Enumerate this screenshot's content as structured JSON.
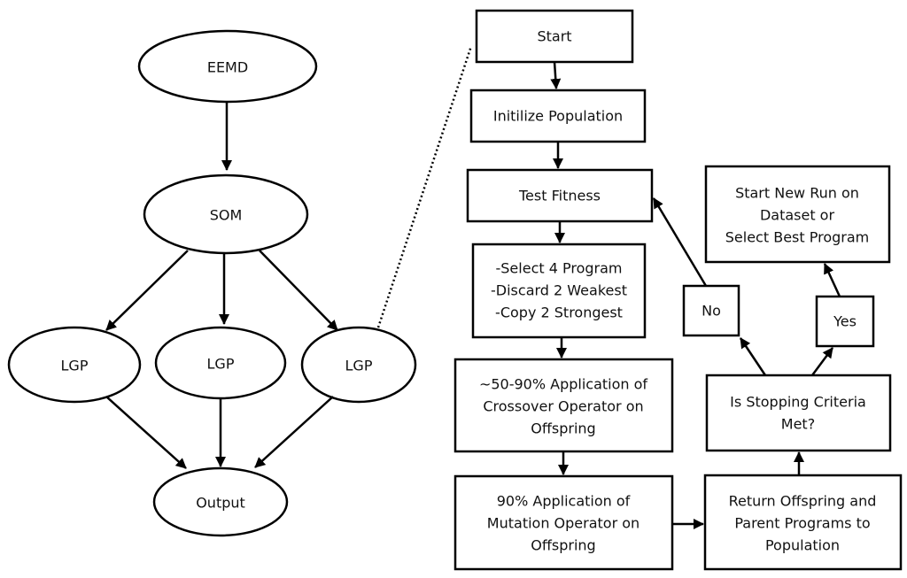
{
  "left_pipeline": {
    "eemd": "EEMD",
    "som": "SOM",
    "lgp": [
      "LGP",
      "LGP",
      "LGP"
    ],
    "output": "Output"
  },
  "flowchart": {
    "start": "Start",
    "init": "Initilize Population",
    "fitness": "Test Fitness",
    "select": [
      "-Select 4 Program",
      "-Discard 2 Weakest",
      "-Copy 2 Strongest"
    ],
    "crossover": [
      "~50-90% Application of",
      "Crossover Operator on",
      "Offspring"
    ],
    "mutation": [
      "90% Application of",
      "Mutation Operator on",
      "Offspring"
    ],
    "return": [
      "Return Offspring and",
      "Parent Programs to",
      "Population"
    ],
    "stopping": [
      "Is Stopping Criteria",
      "Met?"
    ],
    "no": "No",
    "yes": "Yes",
    "new_run": [
      "Start New Run on",
      "Dataset or",
      "Select Best Program"
    ]
  }
}
